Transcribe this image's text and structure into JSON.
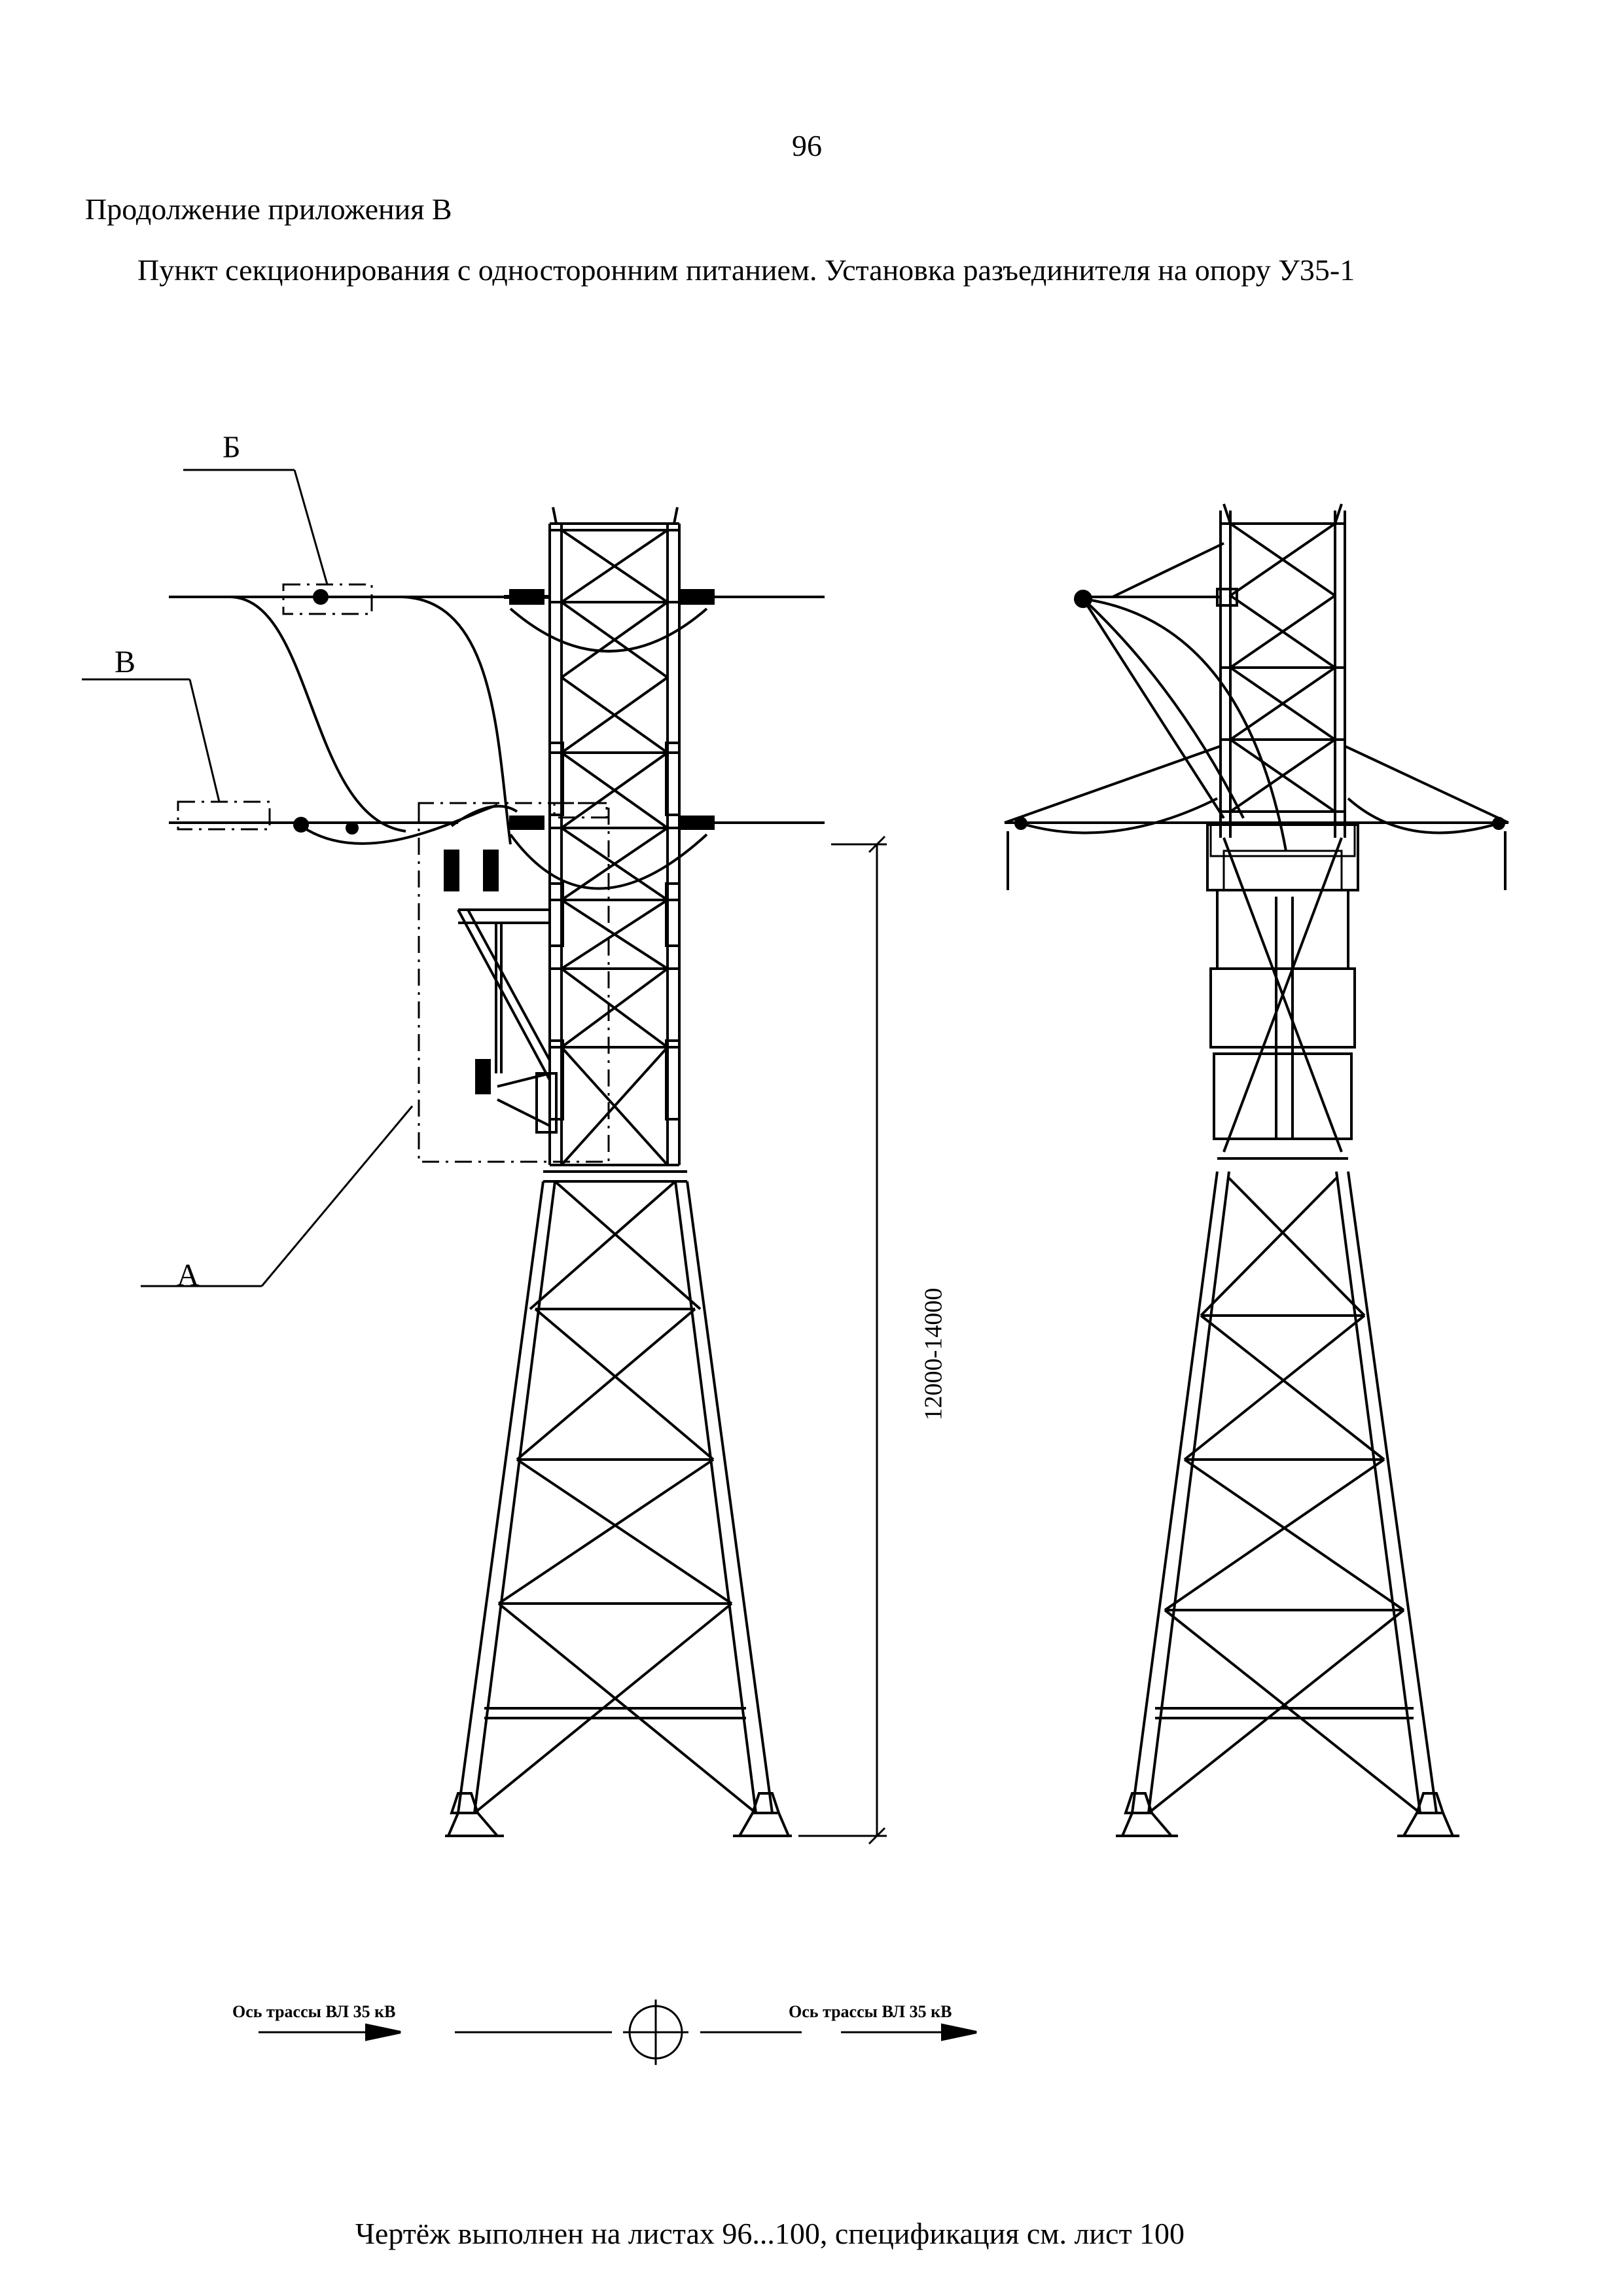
{
  "page": {
    "number": "96",
    "appendix_title": "Продолжение приложения В",
    "drawing_title": "Пункт секционирования с односторонним питанием. Установка разъединителя  на опору У35-1",
    "footer_note": "Чертёж выполнен на листах 96...100, спецификация см. лист 100"
  },
  "callouts": {
    "b": "Б",
    "v": "В",
    "a": "А"
  },
  "dimension": {
    "height_label": "12000-14000"
  },
  "axis": {
    "left_label": "Ось трассы ВЛ 35 кВ",
    "right_label": "Ось трассы ВЛ 35 кВ"
  }
}
